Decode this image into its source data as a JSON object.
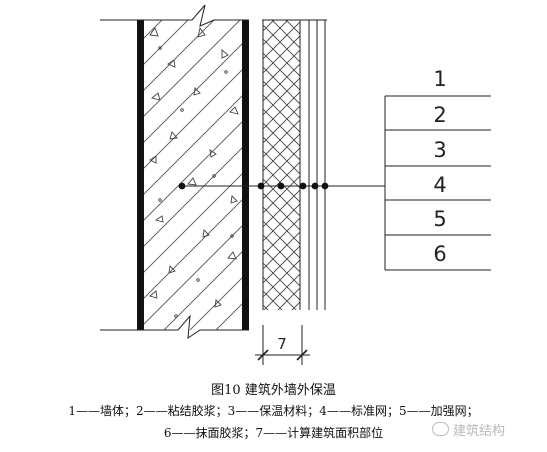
{
  "layer_numbers": [
    "1",
    "2",
    "3",
    "4",
    "5",
    "6"
  ],
  "dimension_label": "7",
  "caption": {
    "title": "图10  建筑外墙外保温",
    "legend_line1": "1——墙体；2——粘结胶浆；3——保温材料；4——标准网；5——加强网；",
    "legend_line2": "6——抹面胶浆；7——计算建筑面积部位"
  },
  "watermark": "建筑结构",
  "colors": {
    "line": "#222222",
    "hatch": "#555555",
    "mesh": "#444444"
  }
}
